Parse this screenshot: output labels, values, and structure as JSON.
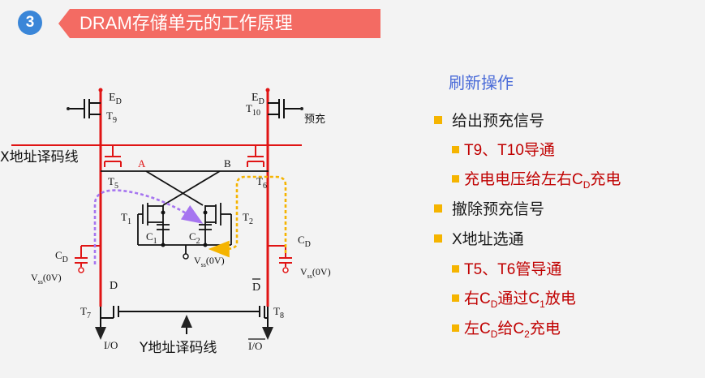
{
  "header": {
    "number": "3",
    "title": "DRAM存储单元的工作原理"
  },
  "diagram": {
    "vcc_left": "E",
    "vcc_left_sub": "D",
    "vcc_right": "E",
    "vcc_right_sub": "D",
    "t9": "T",
    "t9_sub": "9",
    "t10": "T",
    "t10_sub": "10",
    "precharge": "预充",
    "x_decoder": "X地址译码线",
    "node_a": "A",
    "node_b": "B",
    "t5": "T",
    "t5_sub": "5",
    "t6": "T",
    "t6_sub": "6",
    "t1": "T",
    "t1_sub": "1",
    "t2": "T",
    "t2_sub": "2",
    "c1": "C",
    "c1_sub": "1",
    "c2": "C",
    "c2_sub": "2",
    "cd_left": "C",
    "cd_left_sub": "D",
    "cd_right": "C",
    "cd_right_sub": "D",
    "vss_left": "V",
    "vss_left_sub": "ss",
    "vss_left_tail": "(0V)",
    "vss_mid": "V",
    "vss_mid_sub": "ss",
    "vss_mid_tail": "(0V)",
    "vss_right": "V",
    "vss_right_sub": "ss",
    "vss_right_tail": "(0V)",
    "line_d": "D",
    "line_dbar": "D",
    "t7": "T",
    "t7_sub": "7",
    "t8": "T",
    "t8_sub": "8",
    "io_left": "I/O",
    "io_right": "I/O",
    "y_decoder": "Y地址译码线"
  },
  "panel": {
    "heading": "刷新操作",
    "items": [
      {
        "level": 1,
        "parts": [
          {
            "t": "给出预充信号"
          }
        ]
      },
      {
        "level": 2,
        "parts": [
          {
            "t": "T9、T10导通"
          }
        ]
      },
      {
        "level": 2,
        "parts": [
          {
            "t": "充电电压给左右C"
          },
          {
            "t": "D",
            "sub": true
          },
          {
            "t": "充电"
          }
        ]
      },
      {
        "level": 1,
        "parts": [
          {
            "t": "撤除预充信号"
          }
        ]
      },
      {
        "level": 1,
        "parts": [
          {
            "t": "X地址选通"
          }
        ]
      },
      {
        "level": 2,
        "parts": [
          {
            "t": "T5、T6管导通"
          }
        ]
      },
      {
        "level": 2,
        "parts": [
          {
            "t": "右C"
          },
          {
            "t": "D",
            "sub": true
          },
          {
            "t": "通过C"
          },
          {
            "t": "1",
            "sub": true
          },
          {
            "t": "放电"
          }
        ]
      },
      {
        "level": 2,
        "parts": [
          {
            "t": "左C"
          },
          {
            "t": "D",
            "sub": true
          },
          {
            "t": "给C"
          },
          {
            "t": "2",
            "sub": true
          },
          {
            "t": "充电"
          }
        ]
      }
    ]
  },
  "colors": {
    "title_bar": "#f36b63",
    "heading": "#4a6bd8",
    "bullet": "#f5b400",
    "red_text": "#c00000",
    "wire_red": "#e01414",
    "arrow_purple": "#a675f0",
    "arrow_orange": "#f5b400"
  }
}
